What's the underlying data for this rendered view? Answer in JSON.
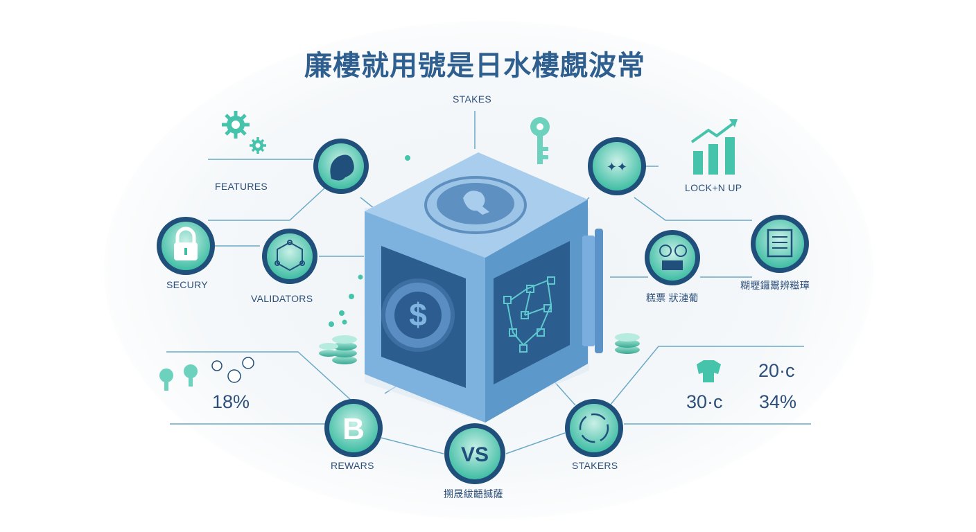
{
  "title": "廉樓就用號是日水樓覷波常",
  "labels": {
    "stakes": "STAKES",
    "features": "FEATURES",
    "security": "SECURY",
    "validators": "VALIDATORS",
    "locked_up": "LOCK+N UP",
    "right_mid": "糊壢鑼鬻辨糍璋",
    "right_inner": "糕票 狀漣葡",
    "rewards": "REWARS",
    "vs": "VS",
    "stakers": "STAKERS",
    "bottom_caption": "搠晟紱齬搣薩",
    "pct_left": "18%",
    "temp_top": "20·c",
    "temp_bottom": "30·c",
    "pct_right": "34%",
    "dollar": "$",
    "bitcoin": "B"
  },
  "colors": {
    "navy": "#1f4f7a",
    "teal": "#45c3ab",
    "teal_light": "#9fe0d1",
    "cube_top": "#a9cdec",
    "cube_left": "#7eb2de",
    "cube_right": "#5d98cb",
    "panel_dark": "#2c5d8f",
    "line": "#5fa6c4"
  },
  "icons": [
    "gear-icon",
    "key-icon",
    "growth-chart-icon",
    "padlock-icon",
    "network-icon",
    "bitcoin-icon",
    "dollar-coin-icon",
    "coin-stack-icon",
    "document-icon",
    "pin-icon",
    "bag-icon"
  ]
}
